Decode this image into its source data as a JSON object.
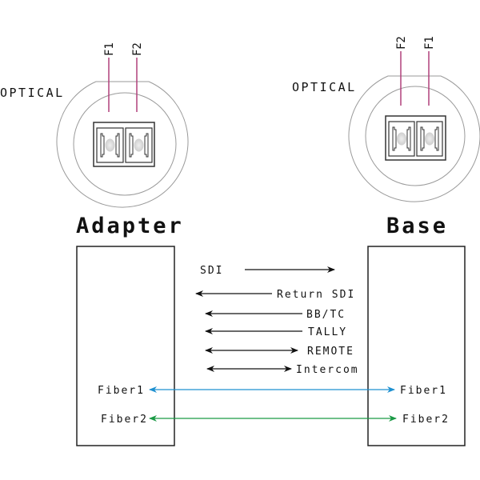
{
  "colors": {
    "fiber_marker": "#b0407a",
    "fiber1": "#1e90d0",
    "fiber2": "#1a9a45",
    "outline": "#222222",
    "circle": "#9a9a9a"
  },
  "connectors": [
    {
      "id": "adapter",
      "title": "Adapter",
      "optical_label": "OPTICAL",
      "fiber_tags": [
        "F1",
        "F2"
      ]
    },
    {
      "id": "base",
      "title": "Base",
      "optical_label": "OPTICAL",
      "fiber_tags": [
        "F2",
        "F1"
      ]
    }
  ],
  "signals": [
    {
      "label": "SDI",
      "direction": "right"
    },
    {
      "label": "Return SDI",
      "direction": "left"
    },
    {
      "label": "BB/TC",
      "direction": "left"
    },
    {
      "label": "TALLY",
      "direction": "left"
    },
    {
      "label": "REMOTE",
      "direction": "both"
    },
    {
      "label": "Intercom",
      "direction": "both"
    }
  ],
  "fibers": [
    {
      "left_label": "Fiber1",
      "right_label": "Fiber1",
      "direction": "both",
      "color_key": "fiber1"
    },
    {
      "left_label": "Fiber2",
      "right_label": "Fiber2",
      "direction": "both",
      "color_key": "fiber2"
    }
  ]
}
